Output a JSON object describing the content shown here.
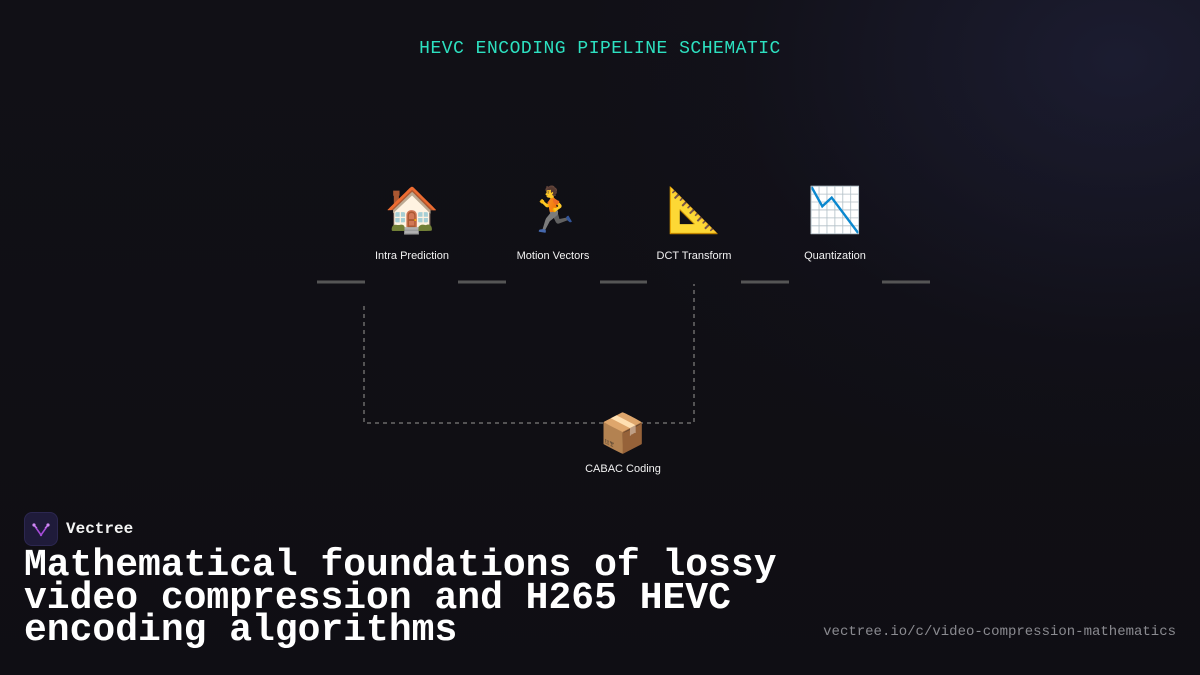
{
  "diagram": {
    "title": "HEVC ENCODING PIPELINE SCHEMATIC",
    "nodes": [
      {
        "id": "intra",
        "icon": "house-icon",
        "glyph": "🏠",
        "label": "Intra Prediction"
      },
      {
        "id": "motion",
        "icon": "runner-icon",
        "glyph": "🏃",
        "label": "Motion Vectors"
      },
      {
        "id": "dct",
        "icon": "triangular-ruler-icon",
        "glyph": "📐",
        "label": "DCT Transform"
      },
      {
        "id": "quant",
        "icon": "chart-decreasing-icon",
        "glyph": "📉",
        "label": "Quantization"
      },
      {
        "id": "cabac",
        "icon": "package-icon",
        "glyph": "📦",
        "label": "CABAC Coding"
      }
    ],
    "colors": {
      "title": "#2de0c0",
      "connector": "#555555",
      "dashed": "#6a6a6a"
    }
  },
  "brand": {
    "name": "Vectree",
    "logo_icon": "vectree-logo-icon",
    "logo_color": "#a64bd8"
  },
  "headline": "Mathematical foundations of lossy video compression and H265 HEVC encoding algorithms",
  "url": "vectree.io/c/video-compression-mathematics"
}
